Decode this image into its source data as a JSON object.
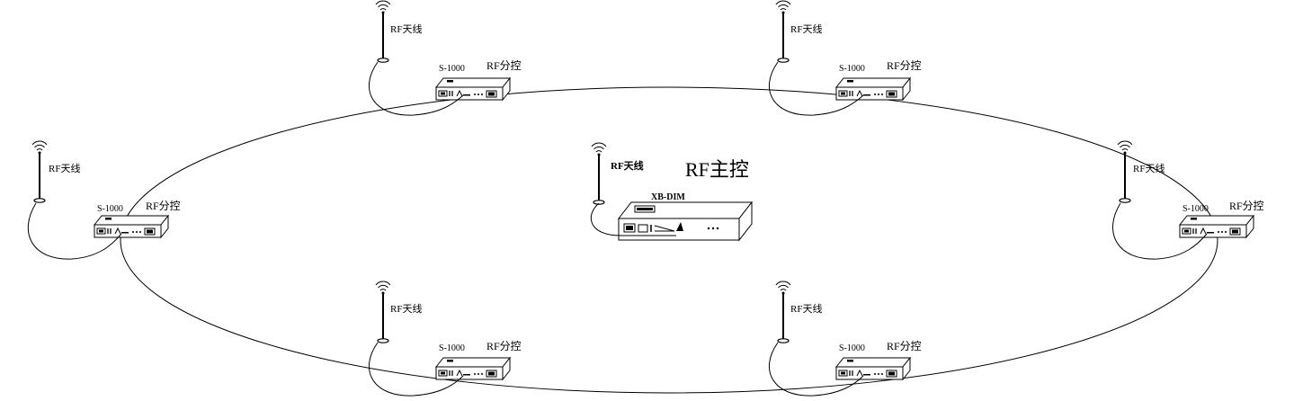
{
  "master": {
    "title": "RF主控",
    "model": "XB-DIM",
    "antenna_label": "RF天线"
  },
  "nodes": [
    {
      "model": "S-1000",
      "label": "RF分控",
      "antenna_label": "RF天线"
    },
    {
      "model": "S-1000",
      "label": "RF分控",
      "antenna_label": "RF天线"
    },
    {
      "model": "S-1000",
      "label": "RF分控",
      "antenna_label": "RF天线"
    },
    {
      "model": "S-1000",
      "label": "RF分控",
      "antenna_label": "RF天线"
    },
    {
      "model": "S-1000",
      "label": "RF分控",
      "antenna_label": "RF天线"
    },
    {
      "model": "S-1000",
      "label": "RF分控",
      "antenna_label": "RF天线"
    }
  ],
  "icons": {
    "antenna": "antenna-icon",
    "device": "controller-device-icon"
  }
}
